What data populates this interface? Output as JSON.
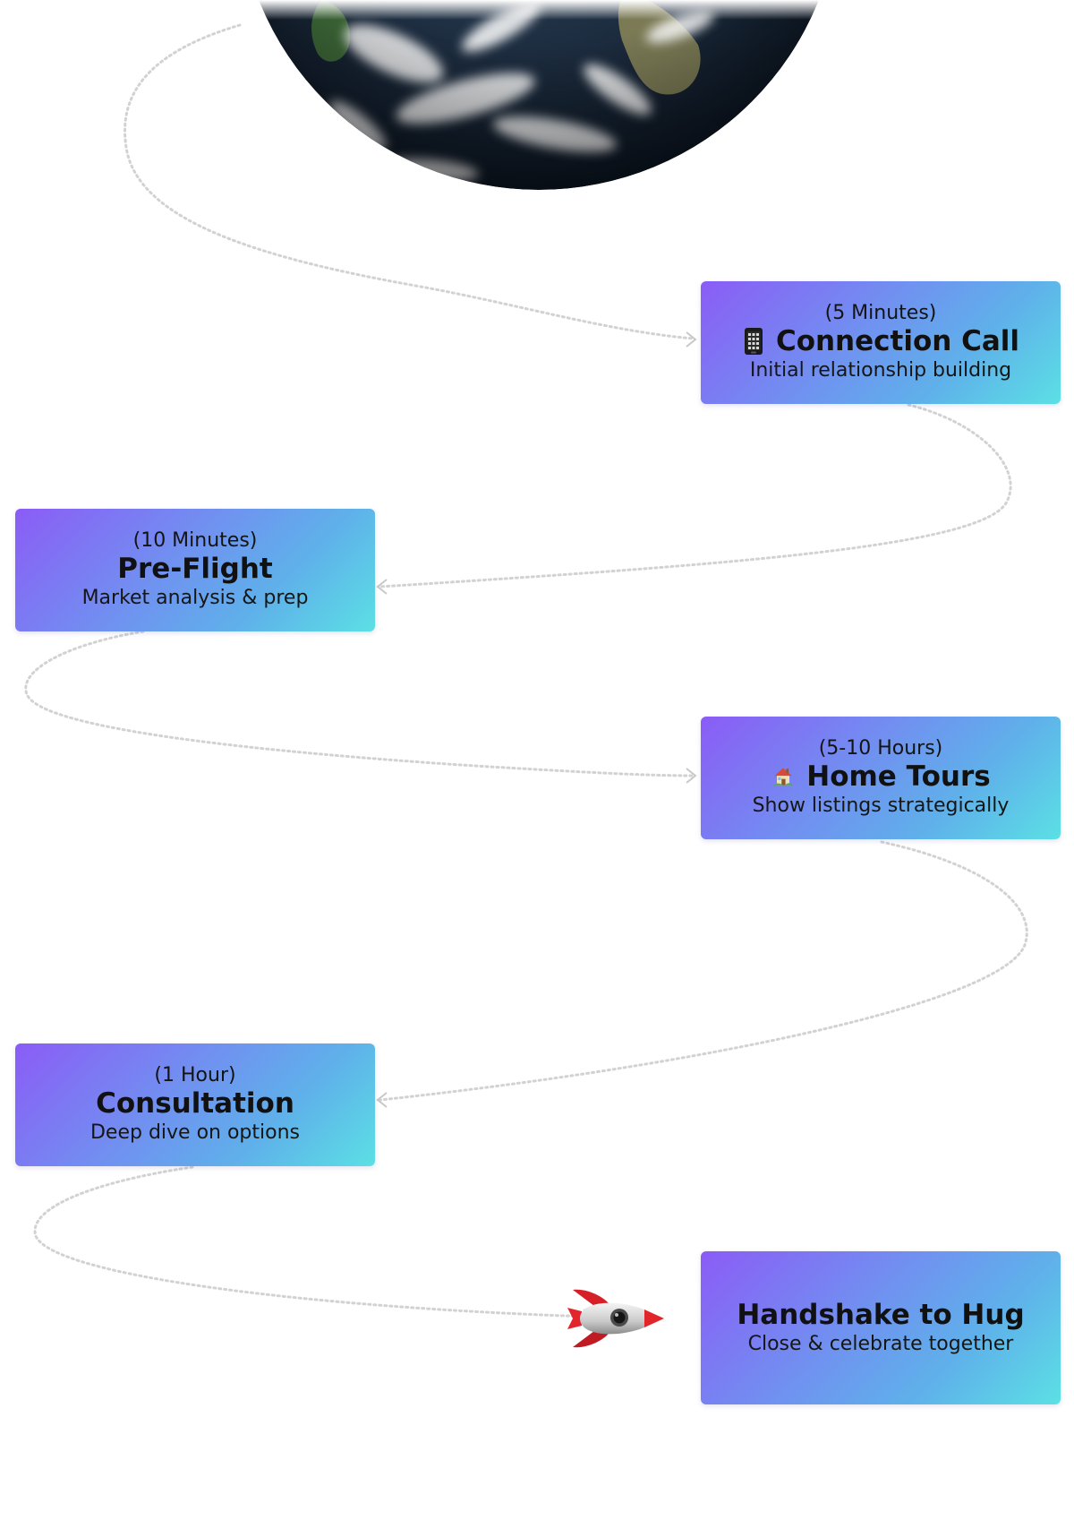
{
  "colors": {
    "card_gradient_start": "#8b5cf6",
    "card_gradient_end": "#5be0e4",
    "path_dots": "#d4d4d4",
    "text": "#111111"
  },
  "hero": {
    "image": "earth-globe",
    "icon": "earth-icon"
  },
  "steps": [
    {
      "duration": "(5 Minutes)",
      "icon": "mobile-phone-icon",
      "title": "Connection Call",
      "description": "Initial relationship building"
    },
    {
      "duration": "(10 Minutes)",
      "icon": "",
      "title": "Pre-Flight",
      "description": "Market analysis & prep"
    },
    {
      "duration": "(5-10 Hours)",
      "icon": "house-icon",
      "title": "Home Tours",
      "description": "Show listings strategically"
    },
    {
      "duration": "(1 Hour)",
      "icon": "",
      "title": "Consultation",
      "description": "Deep dive on options"
    },
    {
      "duration": "",
      "icon": "",
      "title": "Handshake to Hug",
      "description": "Close & celebrate together"
    }
  ],
  "traveler": {
    "icon": "rocket-icon"
  }
}
